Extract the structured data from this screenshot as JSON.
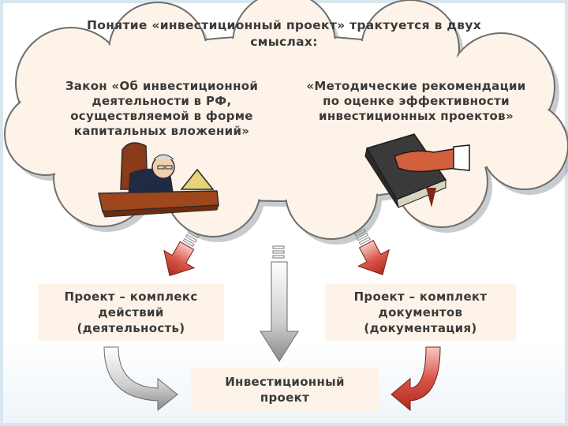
{
  "title": "Понятие «инвестиционный проект» трактуется в двух\nсмыслах:",
  "sources": {
    "left": "Закон «Об инвестиционной\nдеятельности в РФ,\nосуществляемой в форме\nкапитальных вложений»",
    "right": "«Методические рекомендации\nпо оценке эффективности\nинвестиционных проектов»"
  },
  "meanings": {
    "left": "Проект – комплекс\nдействий\n(деятельность)",
    "right": "Проект – комплект\nдокументов\n(документация)"
  },
  "result": "Инвестиционный\nпроект",
  "colors": {
    "cloud_fill": "#fdf3e8",
    "cloud_stroke": "#6e6e6e",
    "arrow_red": "#c0392b",
    "arrow_gray": "#9a9a9a",
    "box_fill": "#fdf3e8"
  },
  "icons": {
    "left_illustration": "judge-at-desk-icon",
    "right_illustration": "hand-on-book-icon"
  }
}
